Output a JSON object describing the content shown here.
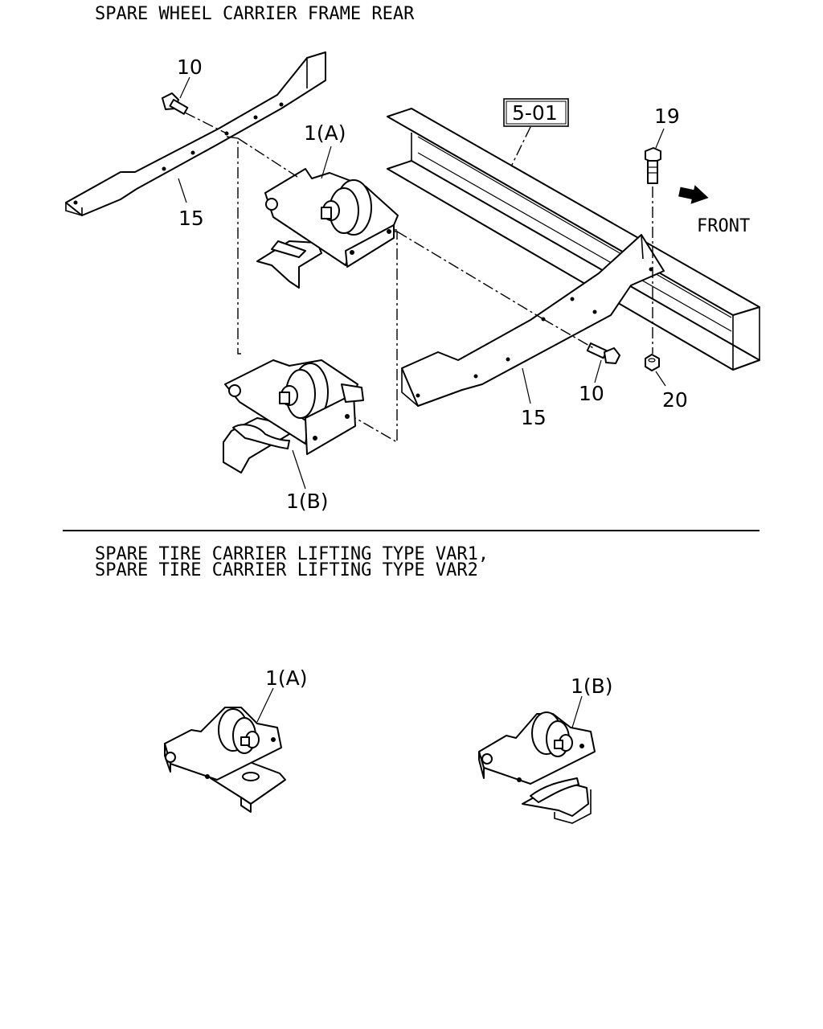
{
  "diagram": {
    "title": "SPARE WHEEL CARRIER FRAME REAR",
    "subtitle_line1": "SPARE TIRE CARRIER LIFTING TYPE VAR1,",
    "subtitle_line2": "SPARE TIRE CARRIER LIFTING TYPE VAR2",
    "front_label": "FRONT",
    "reference_box": "5-01",
    "callouts": {
      "bolt_10_upper": "10",
      "bolt_10_lower": "10",
      "bracket_15_left": "15",
      "bracket_15_right": "15",
      "bolt_19": "19",
      "nut_20": "20",
      "carrier_1a_top": "1(A)",
      "carrier_1b_top": "1(B)",
      "carrier_1a_bottom": "1(A)",
      "carrier_1b_bottom": "1(B)"
    }
  }
}
